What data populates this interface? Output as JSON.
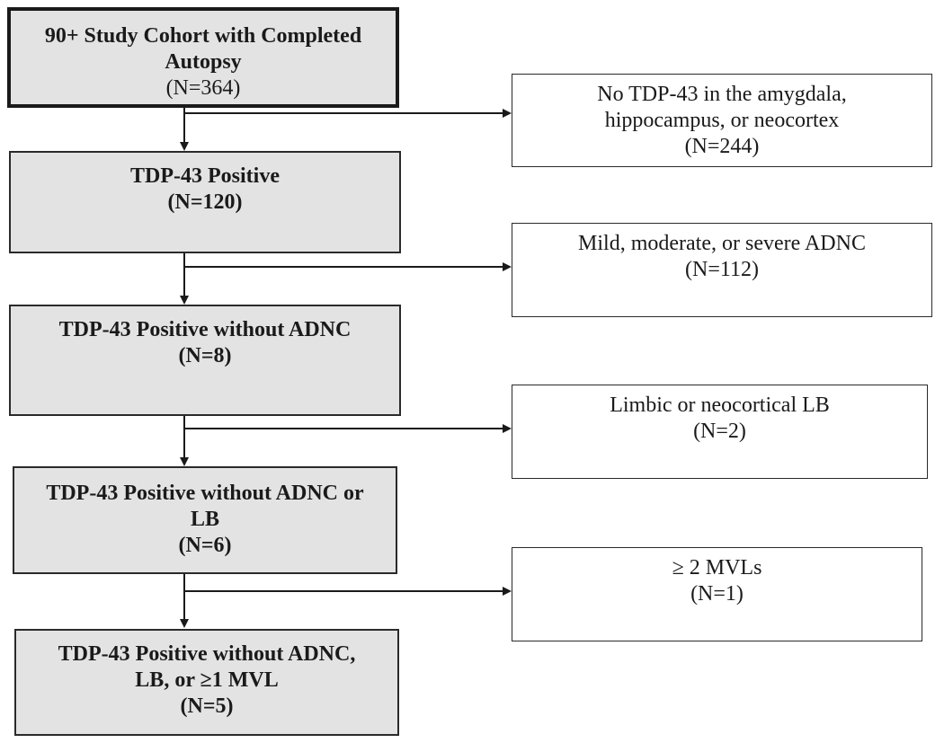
{
  "main_boxes": [
    {
      "lines": [
        "90+ Study Cohort with Completed",
        "Autopsy"
      ],
      "count": "(N=364)"
    },
    {
      "lines": [
        "TDP-43 Positive"
      ],
      "count": "(N=120)"
    },
    {
      "lines": [
        "TDP-43 Positive without ADNC"
      ],
      "count": "(N=8)"
    },
    {
      "lines": [
        "TDP-43 Positive without ADNC or",
        "LB"
      ],
      "count": "(N=6)"
    },
    {
      "lines": [
        "TDP-43 Positive without ADNC,",
        "LB, or ≥1 MVL"
      ],
      "count": "(N=5)"
    }
  ],
  "exclusion_boxes": [
    {
      "lines": [
        "No TDP-43 in the amygdala,",
        "hippocampus, or neocortex"
      ],
      "count": "(N=244)"
    },
    {
      "lines": [
        "Mild, moderate, or severe ADNC"
      ],
      "count": "(N=112)"
    },
    {
      "lines": [
        "Limbic or neocortical LB"
      ],
      "count": "(N=2)"
    },
    {
      "lines": [
        "≥ 2 MVLs"
      ],
      "count": "(N=1)"
    }
  ]
}
